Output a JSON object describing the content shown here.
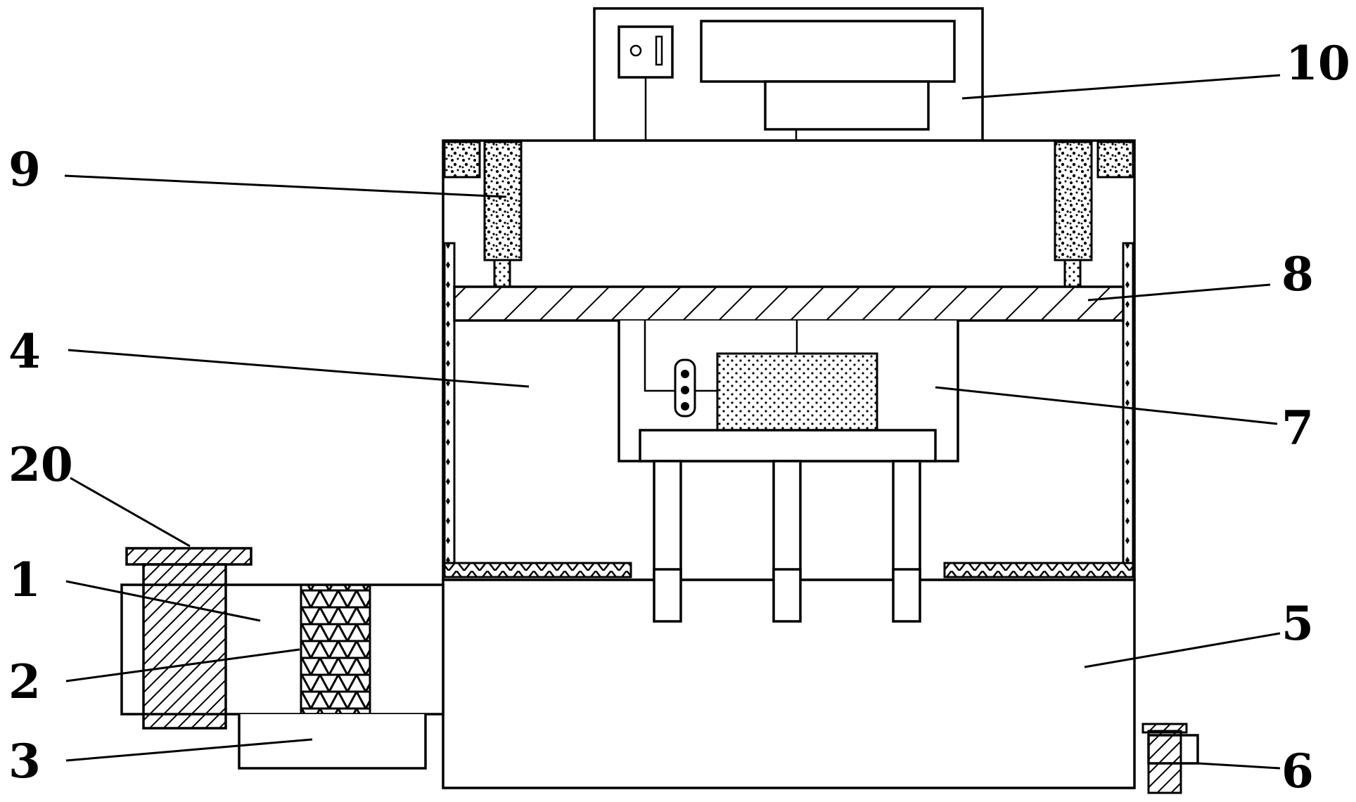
{
  "diagram": {
    "background": "#ffffff",
    "stroke_color": "#000000",
    "callouts": [
      {
        "id": "c10",
        "text": "10"
      },
      {
        "id": "c9",
        "text": "9"
      },
      {
        "id": "c8",
        "text": "8"
      },
      {
        "id": "c4",
        "text": "4"
      },
      {
        "id": "c7",
        "text": "7"
      },
      {
        "id": "c20",
        "text": "20"
      },
      {
        "id": "c1",
        "text": "1"
      },
      {
        "id": "c2",
        "text": "2"
      },
      {
        "id": "c5",
        "text": "5"
      },
      {
        "id": "c3",
        "text": "3"
      },
      {
        "id": "c6",
        "text": "6"
      }
    ]
  }
}
